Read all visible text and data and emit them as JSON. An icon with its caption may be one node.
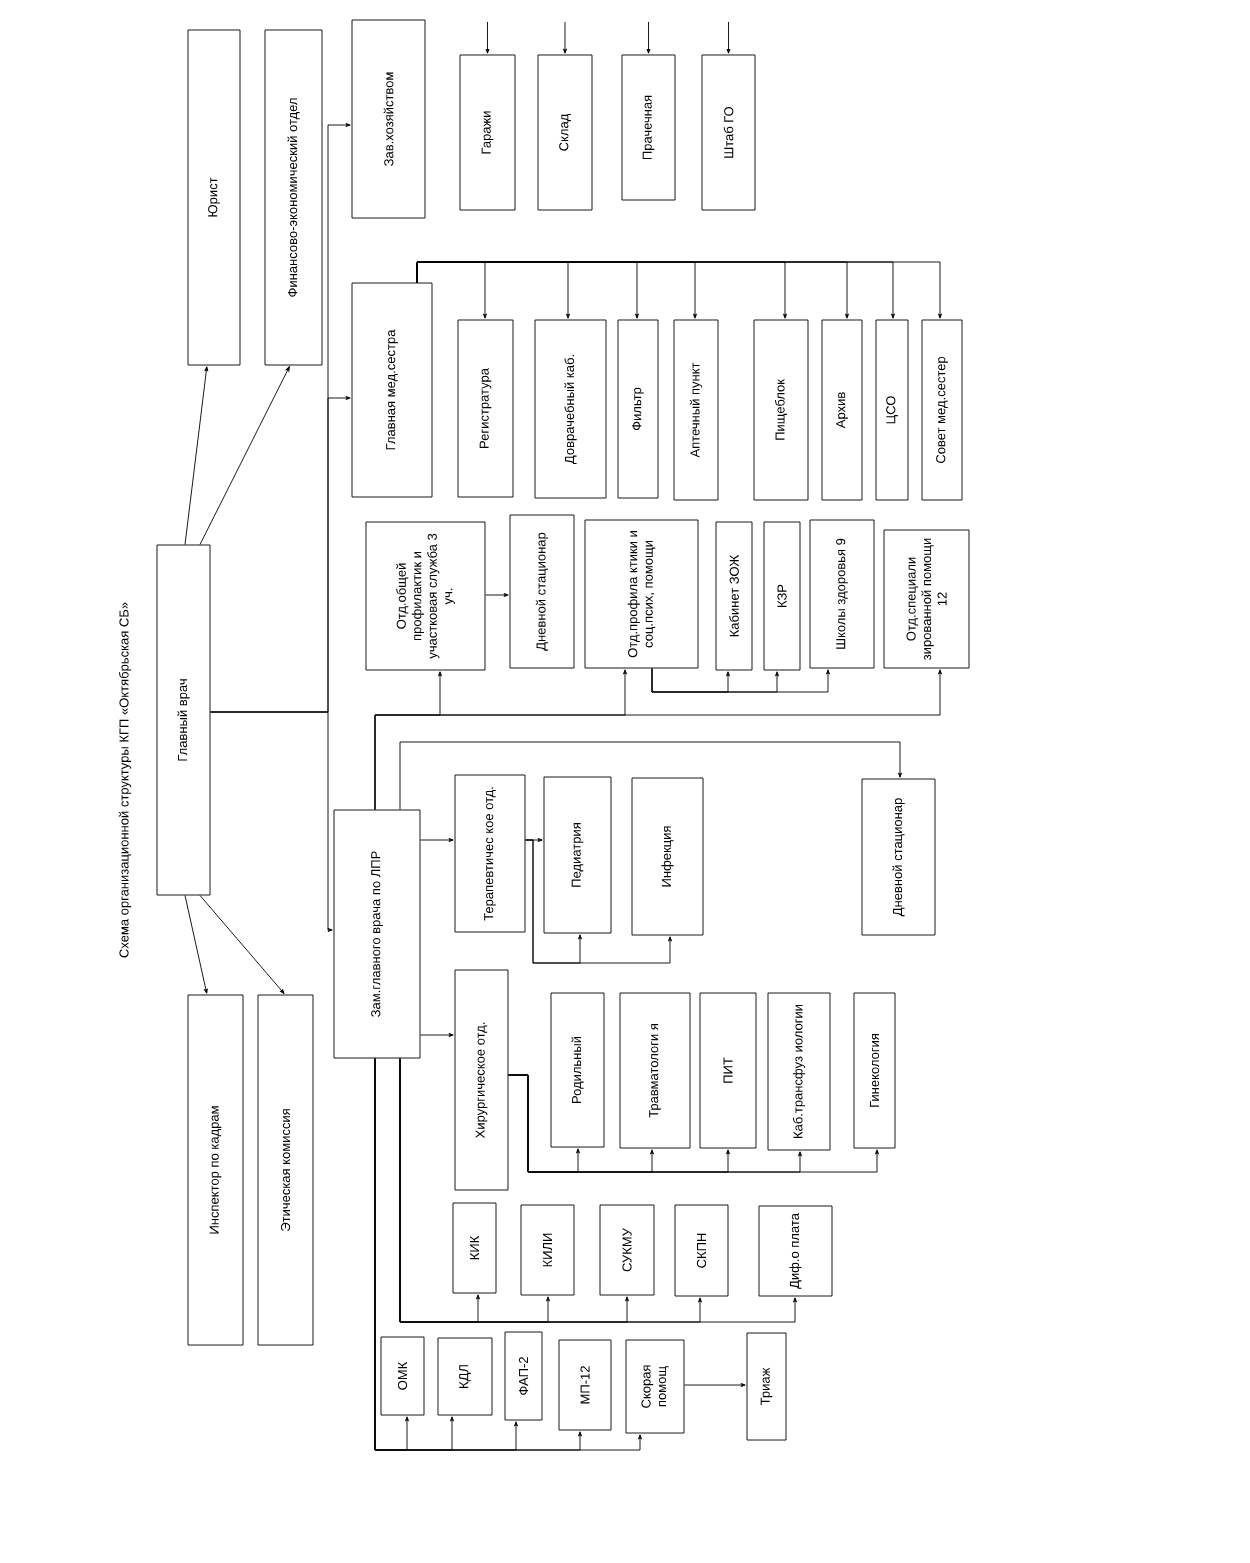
{
  "diagram": {
    "title": "Схема организационной структуры КГП «Октябрьская СБ»",
    "nodes": [
      {
        "text": [
          "Главный врач"
        ]
      },
      {
        "text": [
          "Юрист"
        ]
      },
      {
        "text": [
          "Финансово-экономический отдел"
        ]
      },
      {
        "text": [
          "Инспектор по кадрам"
        ]
      },
      {
        "text": [
          "Этическая комиссия"
        ]
      },
      {
        "text": [
          "Зав.хозяйством"
        ]
      },
      {
        "text": [
          "Гаражи"
        ]
      },
      {
        "text": [
          "Склад"
        ]
      },
      {
        "text": [
          "Прачечная"
        ]
      },
      {
        "text": [
          "Штаб ГО"
        ]
      },
      {
        "text": [
          "Главная мед.сестра"
        ]
      },
      {
        "text": [
          "Регистратура"
        ]
      },
      {
        "text": [
          "Доврачебный каб."
        ]
      },
      {
        "text": [
          "Фильтр"
        ]
      },
      {
        "text": [
          "Аптечный пункт"
        ]
      },
      {
        "text": [
          "Пищеблок"
        ]
      },
      {
        "text": [
          "Архив"
        ]
      },
      {
        "text": [
          "ЦСО"
        ]
      },
      {
        "text": [
          "Совет мед.сестер"
        ]
      },
      {
        "text": [
          "Отд.общей профилактик и участковая служба 3 уч."
        ]
      },
      {
        "text": [
          "Дневной стационар"
        ]
      },
      {
        "text": [
          "Отд.профила ктики и соц.псих, помощи"
        ]
      },
      {
        "text": [
          "Кабинет ЗОЖ"
        ]
      },
      {
        "text": [
          "КЗР"
        ]
      },
      {
        "text": [
          "Школы здоровья 9"
        ]
      },
      {
        "text": [
          "Отд.специали зированной помощи 12"
        ]
      },
      {
        "text": [
          "Зам.главного врача по ЛПР"
        ]
      },
      {
        "text": [
          "Терапевтичес кое отд."
        ]
      },
      {
        "text": [
          "Педиатрия"
        ]
      },
      {
        "text": [
          "Инфекция"
        ]
      },
      {
        "text": [
          "Дневной стационар"
        ]
      },
      {
        "text": [
          "Хирургическое отд."
        ]
      },
      {
        "text": [
          "Родильный"
        ]
      },
      {
        "text": [
          "Травматологи я"
        ]
      },
      {
        "text": [
          "ПИТ"
        ]
      },
      {
        "text": [
          "Каб.трансфуз иологии"
        ]
      },
      {
        "text": [
          "Гинекология"
        ]
      },
      {
        "text": [
          "КИК"
        ]
      },
      {
        "text": [
          "КИЛИ"
        ]
      },
      {
        "text": [
          "СУКМУ"
        ]
      },
      {
        "text": [
          "СКПН"
        ]
      },
      {
        "text": [
          "Диф.о плата"
        ]
      },
      {
        "text": [
          "ОМК"
        ]
      },
      {
        "text": [
          "КДЛ"
        ]
      },
      {
        "text": [
          "ФАП-2"
        ]
      },
      {
        "text": [
          "МП-12"
        ]
      },
      {
        "text": [
          "Скорая помощ"
        ]
      },
      {
        "text": [
          "Триаж"
        ]
      }
    ],
    "edges": [
      {
        "from": 0,
        "to": 1,
        "arrow": "to"
      },
      {
        "from": 0,
        "to": 2,
        "arrow": "to"
      },
      {
        "from": 0,
        "to": 3,
        "arrow": "to"
      },
      {
        "from": 0,
        "to": 4,
        "arrow": "to"
      },
      {
        "from": 0,
        "to": 5,
        "arrow": "to"
      },
      {
        "from": 0,
        "to": 10,
        "arrow": "to"
      },
      {
        "from": 0,
        "to": 26,
        "arrow": "to"
      },
      {
        "from": null,
        "to": 6,
        "arrow": "to"
      },
      {
        "from": null,
        "to": 7,
        "arrow": "to"
      },
      {
        "from": null,
        "to": 8,
        "arrow": "to"
      },
      {
        "from": null,
        "to": 9,
        "arrow": "to"
      },
      {
        "from": 10,
        "to": 11,
        "arrow": "to"
      },
      {
        "from": 10,
        "to": 12,
        "arrow": "to"
      },
      {
        "from": 10,
        "to": 13,
        "arrow": "to"
      },
      {
        "from": 10,
        "to": 14,
        "arrow": "to"
      },
      {
        "from": 10,
        "to": 15,
        "arrow": "to"
      },
      {
        "from": 10,
        "to": 16,
        "arrow": "to"
      },
      {
        "from": 10,
        "to": 17,
        "arrow": "to"
      },
      {
        "from": 10,
        "to": 18,
        "arrow": "to"
      },
      {
        "from": 26,
        "to": 19,
        "arrow": "to"
      },
      {
        "from": 26,
        "to": 21,
        "arrow": "to"
      },
      {
        "from": 26,
        "to": 25,
        "arrow": "to"
      },
      {
        "from": 19,
        "to": 20,
        "arrow": "to"
      },
      {
        "from": 21,
        "to": 22,
        "arrow": "to"
      },
      {
        "from": 21,
        "to": 23,
        "arrow": "to"
      },
      {
        "from": 21,
        "to": 24,
        "arrow": "to"
      },
      {
        "from": 26,
        "to": 30,
        "arrow": "to"
      },
      {
        "from": 26,
        "to": 27,
        "arrow": "to"
      },
      {
        "from": 26,
        "to": 31,
        "arrow": "to"
      },
      {
        "from": 27,
        "to": 28,
        "arrow": "to"
      },
      {
        "from": 27,
        "to": 28,
        "arrow": "to"
      },
      {
        "from": 27,
        "to": 29,
        "arrow": "to"
      },
      {
        "from": 31,
        "to": 32,
        "arrow": "to"
      },
      {
        "from": 31,
        "to": 33,
        "arrow": "to"
      },
      {
        "from": 31,
        "to": 34,
        "arrow": "to"
      },
      {
        "from": 31,
        "to": 35,
        "arrow": "to"
      },
      {
        "from": 31,
        "to": 36,
        "arrow": "to"
      },
      {
        "from": 26,
        "to": 37,
        "arrow": "to"
      },
      {
        "from": 26,
        "to": 38,
        "arrow": "to"
      },
      {
        "from": 26,
        "to": 39,
        "arrow": "to"
      },
      {
        "from": 26,
        "to": 40,
        "arrow": "to"
      },
      {
        "from": 26,
        "to": 41,
        "arrow": "to"
      },
      {
        "from": 26,
        "to": 42,
        "arrow": "to"
      },
      {
        "from": 26,
        "to": 43,
        "arrow": "to"
      },
      {
        "from": 26,
        "to": 44,
        "arrow": "to"
      },
      {
        "from": 26,
        "to": 45,
        "arrow": "to"
      },
      {
        "from": 26,
        "to": 46,
        "arrow": "to"
      },
      {
        "from": 46,
        "to": 47,
        "arrow": "to"
      }
    ]
  }
}
